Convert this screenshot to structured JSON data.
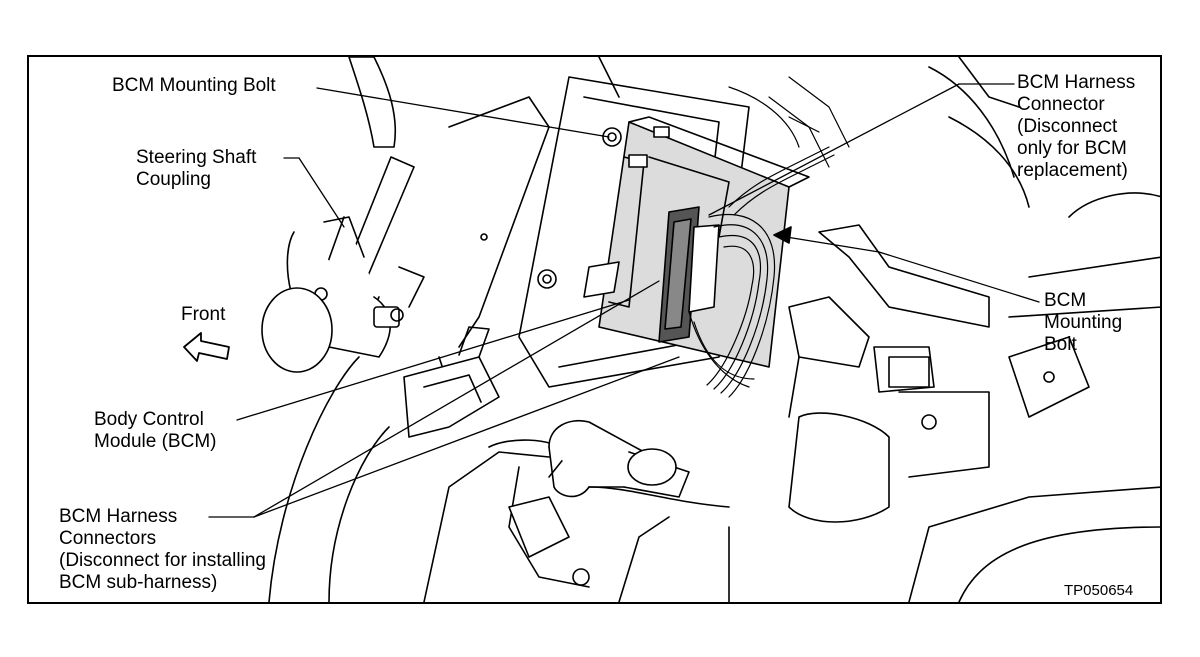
{
  "labels": {
    "bcm_mounting_bolt_top": "BCM Mounting Bolt",
    "steering_shaft_coupling": "Steering Shaft\nCoupling",
    "front": "Front",
    "body_control_module": "Body Control\nModule (BCM)",
    "bcm_harness_connectors": "BCM Harness\nConnectors\n(Disconnect for installing\nBCM sub-harness)",
    "bcm_harness_connector": "BCM Harness\nConnector\n(Disconnect\nonly for  BCM\nreplacement)",
    "bcm_mounting_bolt_right": "BCM\nMounting\nBolt"
  },
  "figure_code": "TP050654"
}
